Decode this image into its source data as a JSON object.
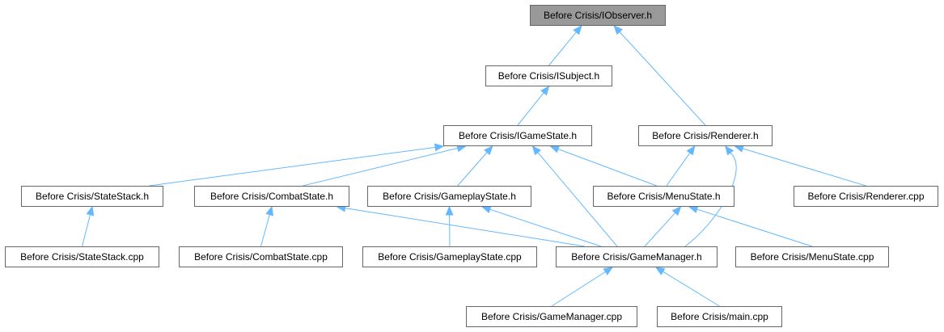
{
  "graph": {
    "nodes": {
      "iobserver": "Before Crisis/IObserver.h",
      "isubject": "Before Crisis/ISubject.h",
      "igamestate": "Before Crisis/IGameState.h",
      "renderer_h": "Before Crisis/Renderer.h",
      "statestack_h": "Before Crisis/StateStack.h",
      "combatstate_h": "Before Crisis/CombatState.h",
      "gameplaystate_h": "Before Crisis/GameplayState.h",
      "menustate_h": "Before Crisis/MenuState.h",
      "renderer_cpp": "Before Crisis/Renderer.cpp",
      "statestack_cpp": "Before Crisis/StateStack.cpp",
      "combatstate_cpp": "Before Crisis/CombatState.cpp",
      "gameplaystate_cpp": "Before Crisis/GameplayState.cpp",
      "gamemanager_h": "Before Crisis/GameManager.h",
      "menustate_cpp": "Before Crisis/MenuState.cpp",
      "gamemanager_cpp": "Before Crisis/GameManager.cpp",
      "main_cpp": "Before Crisis/main.cpp"
    },
    "current": "iobserver",
    "edges": [
      {
        "from": "isubject",
        "to": "iobserver"
      },
      {
        "from": "renderer_h",
        "to": "iobserver"
      },
      {
        "from": "igamestate",
        "to": "isubject"
      },
      {
        "from": "statestack_h",
        "to": "igamestate"
      },
      {
        "from": "combatstate_h",
        "to": "igamestate"
      },
      {
        "from": "gameplaystate_h",
        "to": "igamestate"
      },
      {
        "from": "menustate_h",
        "to": "igamestate"
      },
      {
        "from": "gamemanager_h",
        "to": "igamestate"
      },
      {
        "from": "menustate_h",
        "to": "renderer_h"
      },
      {
        "from": "renderer_cpp",
        "to": "renderer_h"
      },
      {
        "from": "gamemanager_h",
        "to": "renderer_h"
      },
      {
        "from": "statestack_cpp",
        "to": "statestack_h"
      },
      {
        "from": "combatstate_cpp",
        "to": "combatstate_h"
      },
      {
        "from": "gamemanager_h",
        "to": "combatstate_h"
      },
      {
        "from": "gameplaystate_cpp",
        "to": "gameplaystate_h"
      },
      {
        "from": "gamemanager_h",
        "to": "gameplaystate_h"
      },
      {
        "from": "gamemanager_h",
        "to": "menustate_h"
      },
      {
        "from": "menustate_cpp",
        "to": "menustate_h"
      },
      {
        "from": "gamemanager_cpp",
        "to": "gamemanager_h"
      },
      {
        "from": "main_cpp",
        "to": "gamemanager_h"
      }
    ],
    "colors": {
      "edge": "#63b8ff",
      "node_border": "#666666",
      "current_fill": "#999999"
    }
  }
}
